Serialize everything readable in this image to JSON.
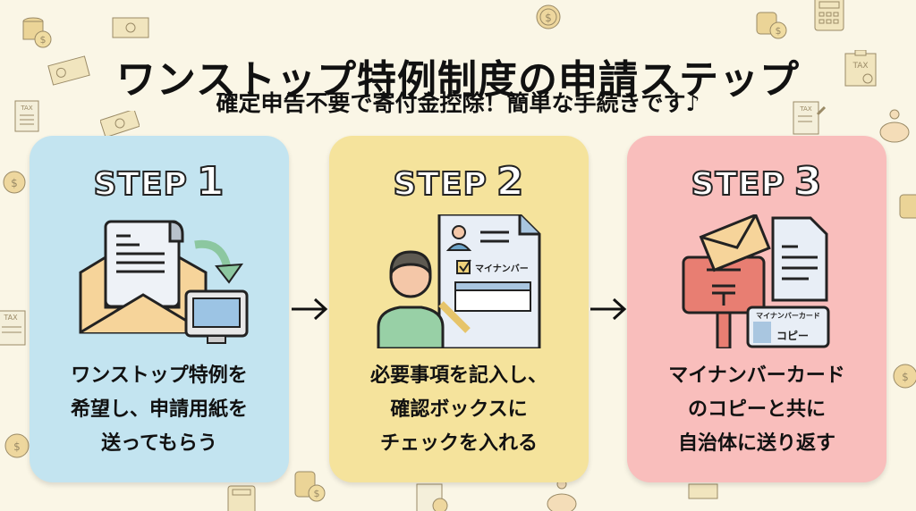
{
  "header": {
    "title": "ワンストップ特例制度の申請ステップ",
    "subtitle": "確定申告不要で寄付金控除！簡単な手続きです♪"
  },
  "steps": [
    {
      "label": "STEP",
      "number": "1",
      "lines": [
        "ワンストップ特例を",
        "希望し、申請用紙を",
        "送ってもらう"
      ],
      "color": "#c3e4f0"
    },
    {
      "label": "STEP",
      "number": "2",
      "lines": [
        "必要事項を記入し、",
        "確認ボックスに",
        "チェックを入れる"
      ],
      "form_label": "マイナンバー",
      "color": "#f5e39c"
    },
    {
      "label": "STEP",
      "number": "3",
      "lines": [
        "マイナンバーカード",
        "のコピーと共に",
        "自治体に送り返す"
      ],
      "card_title": "マイナンバーカード",
      "card_copy": "コピー",
      "color": "#f9bebc"
    }
  ],
  "background": {
    "tax_label": "TAX",
    "coin_symbol": "$"
  }
}
